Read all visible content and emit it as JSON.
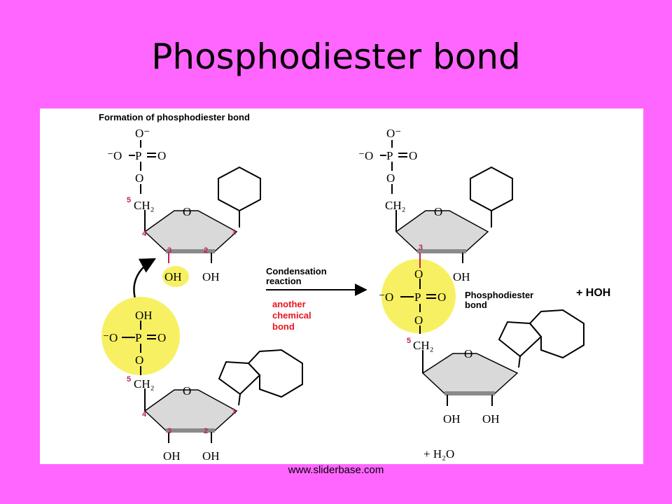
{
  "slide": {
    "title": "Phosphodiester bond",
    "footer": "www.sliderbase.com"
  },
  "diagram": {
    "heading": "Formation of phosphodiester bond",
    "arrow_label_line1": "Condensation",
    "arrow_label_line2": "reaction",
    "note_line1": "another",
    "note_line2": "chemical",
    "note_line3": "bond",
    "bond_label_line1": "Phosphodiester",
    "bond_label_line2": "bond",
    "plus_hoh": "+ HOH",
    "plus_h2o": "+  H₂O",
    "colors": {
      "highlight": "#f7f062",
      "note": "#e8141e",
      "sugar": "#d9d9d9",
      "carbon_number": "#c0205a"
    }
  }
}
